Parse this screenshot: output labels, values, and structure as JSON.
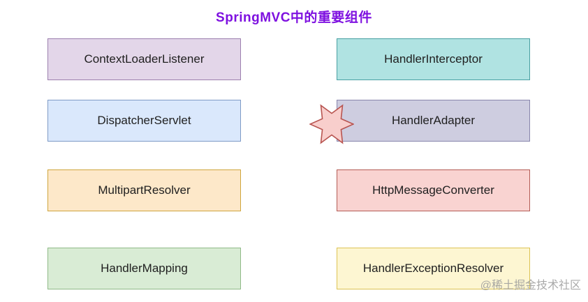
{
  "title": {
    "text": "SpringMVC中的重要组件",
    "color": "#7e10e0"
  },
  "boxes": [
    {
      "label": "ContextLoaderListener",
      "fill": "#e3d6e9",
      "border": "#9c7fae"
    },
    {
      "label": "HandlerInterceptor",
      "fill": "#b0e3e2",
      "border": "#49a0a2"
    },
    {
      "label": "DispatcherServlet",
      "fill": "#dae8fc",
      "border": "#7e9ac6"
    },
    {
      "label": "HandlerAdapter",
      "fill": "#cecde0",
      "border": "#8886ac"
    },
    {
      "label": "MultipartResolver",
      "fill": "#fde8c9",
      "border": "#cfa53c"
    },
    {
      "label": "HttpMessageConverter",
      "fill": "#f9d3d1",
      "border": "#b35c55"
    },
    {
      "label": "HandlerMapping",
      "fill": "#d9ecd5",
      "border": "#8fba87"
    },
    {
      "label": "HandlerExceptionResolver",
      "fill": "#fdf6d2",
      "border": "#dcc353"
    }
  ],
  "star": {
    "shape": "six-pointed-star",
    "fill": "#f8cecc",
    "border": "#b85450"
  },
  "watermark": {
    "text": "@稀土掘金技术社区",
    "color": "#9b9b9b"
  }
}
